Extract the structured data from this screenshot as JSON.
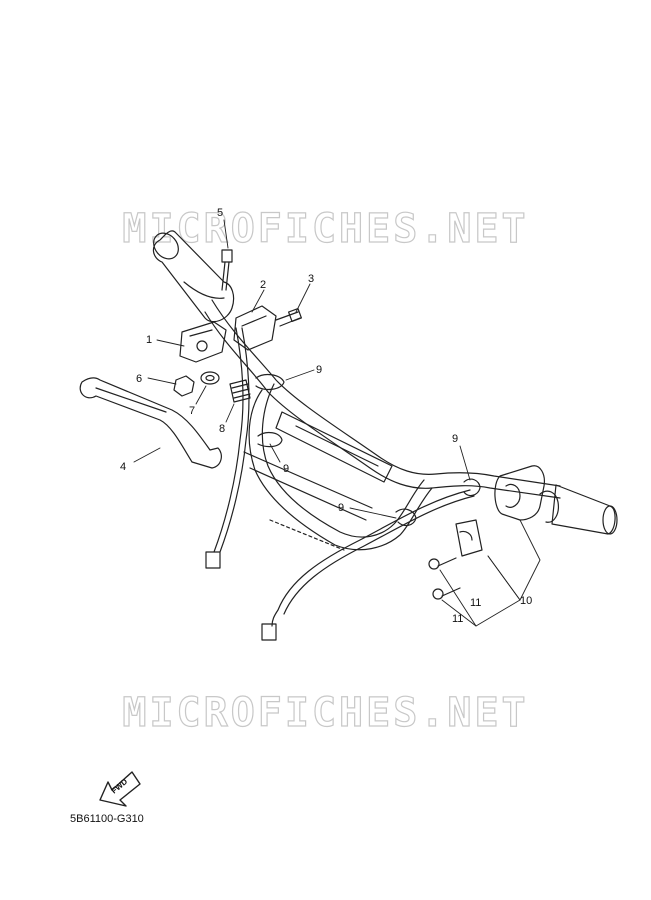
{
  "watermarks": {
    "top": "MICROFICHES.NET",
    "bottom": "MICROFICHES.NET"
  },
  "fwd_label": "FWD",
  "part_code": "5B61100-G310",
  "callouts": {
    "c1": "1",
    "c2": "2",
    "c3": "3",
    "c4": "4",
    "c5": "5",
    "c6": "6",
    "c7": "7",
    "c8": "8",
    "c9a": "9",
    "c9b": "9",
    "c9c": "9",
    "c9d": "9",
    "c10": "10",
    "c11a": "11",
    "c11b": "11"
  }
}
